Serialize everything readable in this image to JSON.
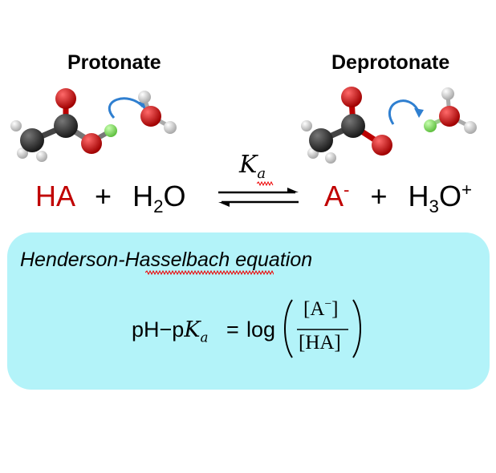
{
  "labels": {
    "protonate": "Protonate",
    "deprotonate": "Deprotonate"
  },
  "reaction": {
    "reactant_acid": "HA",
    "plus": "+",
    "water_H": "H",
    "water_sub": "2",
    "water_O": "O",
    "constant_K": "K",
    "constant_sub": "a",
    "product_base": "A",
    "product_base_sup": "-",
    "hydronium_H": "H",
    "hydronium_sub": "3",
    "hydronium_O": "O",
    "hydronium_sup": "+"
  },
  "equation_box": {
    "title": "Henderson-Hasselbach equation",
    "lhs_pH": "pH",
    "lhs_minus": "−",
    "lhs_p": "p",
    "lhs_K": "K",
    "lhs_K_sub": "a",
    "equals": "=",
    "log": "log",
    "numerator": "[A",
    "numerator_sup": "−",
    "numerator_close": "]",
    "denominator": "[HA]"
  },
  "colors": {
    "acid_red": "#c00000",
    "box_fill": "#b3f3f9",
    "atom_carbon": "#2b2b2b",
    "atom_oxygen": "#d40000",
    "atom_hydrogen": "#dcdcdc",
    "transfer_proton": "#8ee36b",
    "arrow_blue": "#2f7fd0"
  }
}
